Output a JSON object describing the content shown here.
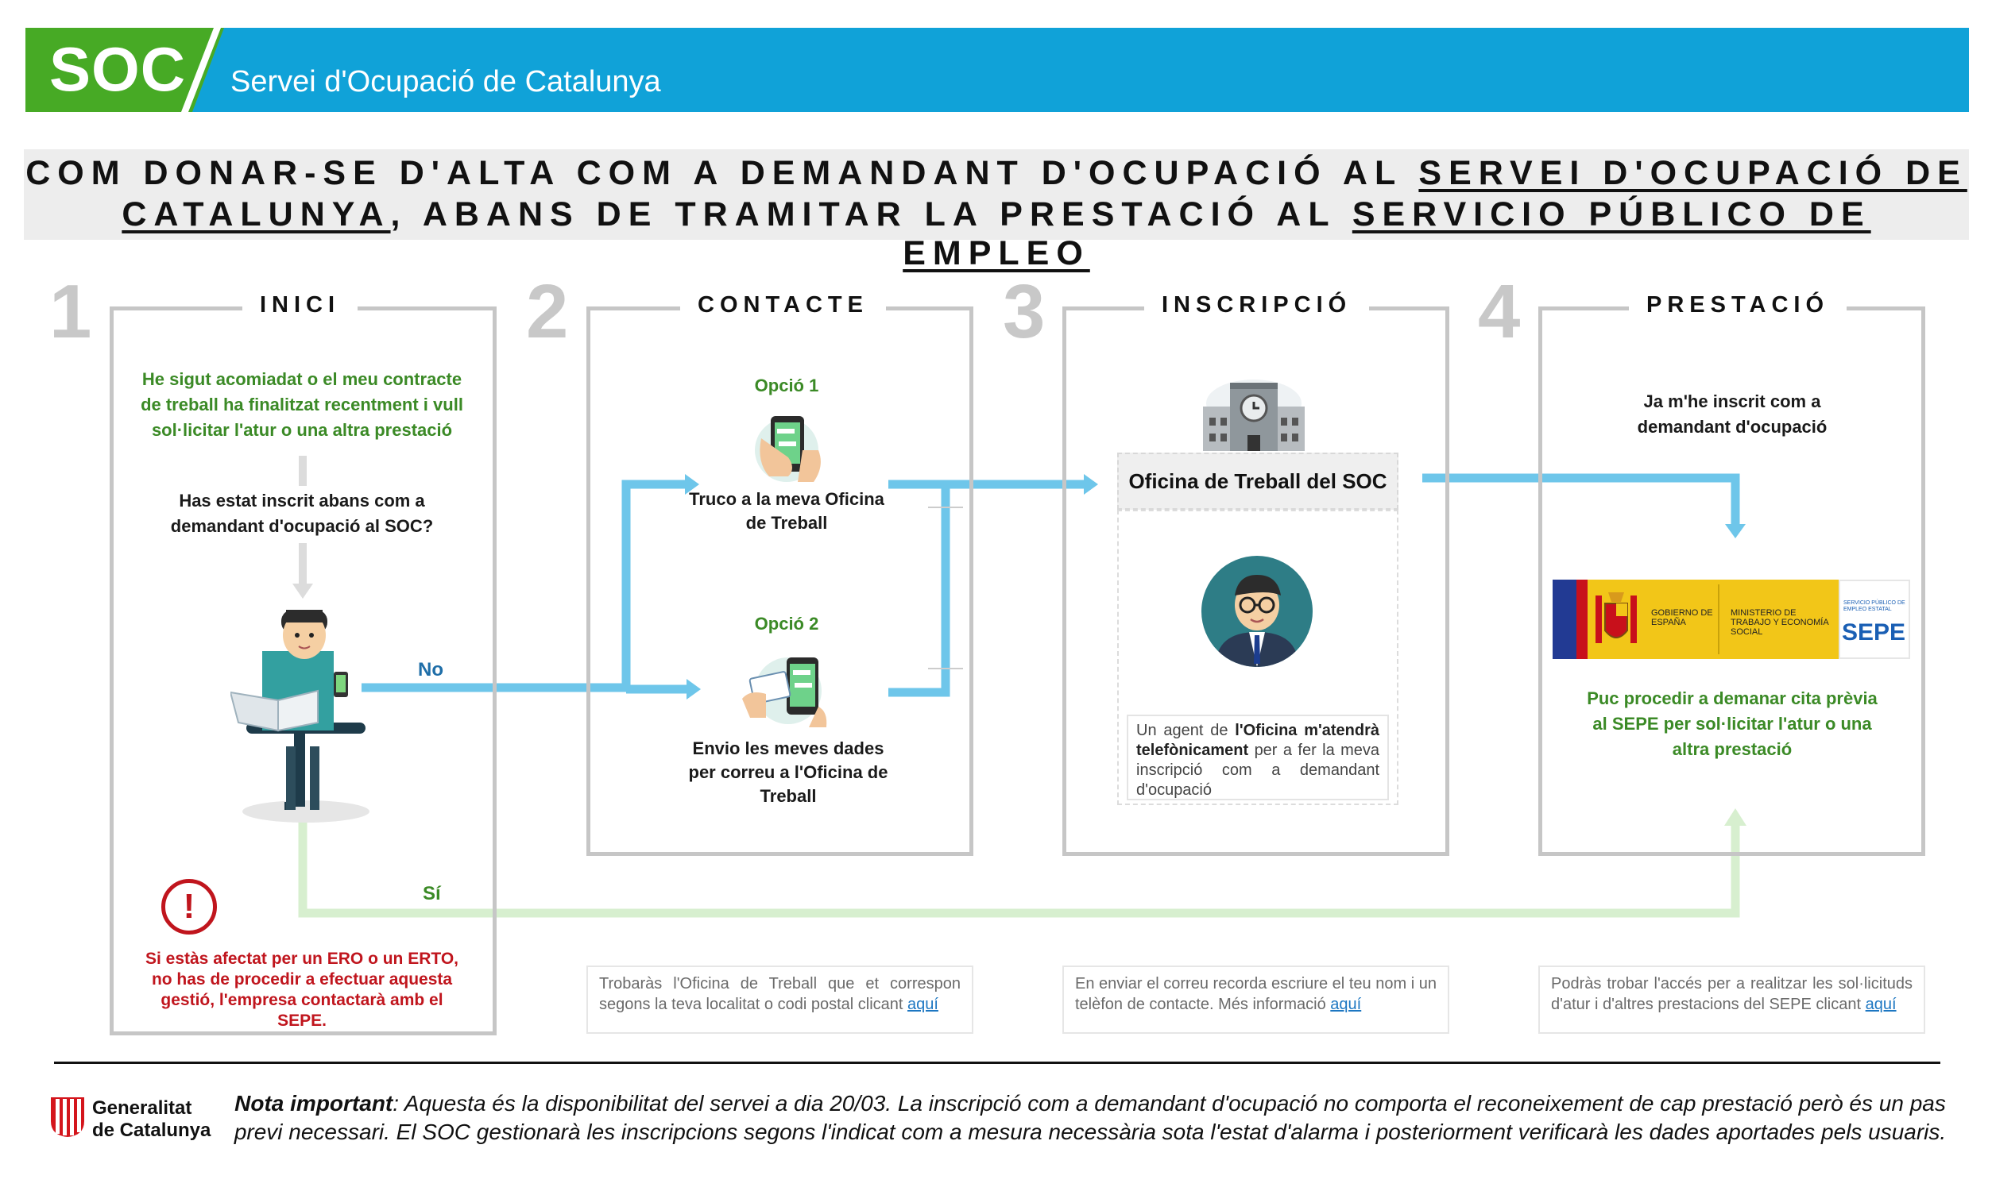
{
  "header": {
    "logo_text": "SOC",
    "org_name": "Servei d'Ocupació de Catalunya"
  },
  "title": {
    "line1_a": "COM DONAR-SE D'ALTA COM A DEMANDANT D'OCUPACIÓ AL",
    "line1_b": "SERVEI D'OCUPACIÓ DE",
    "line2_a": "CATALUNYA",
    "line2_b": ", ABANS DE TRAMITAR LA PRESTACIÓ AL",
    "line2_c": "SERVICIO PÚBLICO DE EMPLEO"
  },
  "steps": [
    {
      "number": "1",
      "title": "INICI"
    },
    {
      "number": "2",
      "title": "CONTACTE"
    },
    {
      "number": "3",
      "title": "INSCRIPCIÓ"
    },
    {
      "number": "4",
      "title": "PRESTACIÓ"
    }
  ],
  "step1": {
    "intro": "He sigut acomiadat o el meu contracte de treball ha finalitzat recentment i vull sol·licitar l'atur o una altra prestació",
    "question": "Has estat inscrit abans com a demandant d'ocupació al SOC?",
    "no_label": "No",
    "yes_label": "Sí",
    "alert_symbol": "!",
    "warning": "Si estàs afectat per un ERO o un ERTO, no has de procedir a efectuar aquesta gestió, l'empresa contactarà amb el SEPE."
  },
  "step2": {
    "option1_label": "Opció 1",
    "option1_text": "Truco a la meva Oficina de Treball",
    "option2_label": "Opció 2",
    "option2_text": "Envio les meves dades per correu a l'Oficina de Treball",
    "note": "Trobaràs l'Oficina de Treball que et correspon segons la teva localitat o codi postal clicant",
    "note_link": "aquí"
  },
  "step3": {
    "office_label": "Oficina de Treball del SOC",
    "agent_text_a": "Un agent de",
    "agent_text_b": "l'Oficina m'atendrà telefònicament",
    "agent_text_c": "per a fer la meva inscripció com a demandant d'ocupació",
    "note": "En enviar el correu recorda escriure el teu nom i un telèfon de contacte. Més informació",
    "note_link": "aquí"
  },
  "step4": {
    "registered_text": "Ja m'he inscrit com a demandant d'ocupació",
    "logo_gobierno": "GOBIERNO DE ESPAÑA",
    "logo_ministerio": "MINISTERIO DE TRABAJO Y ECONOMÍA SOCIAL",
    "logo_servicio": "SERVICIO PÚBLICO DE EMPLEO ESTATAL",
    "logo_sepe": "SEPE",
    "action_text": "Puc procedir a demanar cita prèvia al SEPE per sol·licitar l'atur o una altra prestació",
    "note": "Podràs trobar l'accés per a realitzar les sol·licituds d'atur i d'altres prestacions del SEPE clicant",
    "note_link": "aquí"
  },
  "footer": {
    "note_label": "Nota important",
    "note_text": ": Aquesta és la disponibilitat del servei a dia 20/03. La inscripció com a demandant d'ocupació no comporta el reconeixement de cap prestació però és un pas previ necessari. El SOC gestionarà les inscripcions segons l'indicat com a mesura necessària sota l'estat d'alarma i posteriorment verificarà les dades aportades pels usuaris.",
    "gen_line1": "Generalitat",
    "gen_line2": "de Catalunya"
  },
  "colors": {
    "brand_blue": "#10a2d8",
    "brand_green": "#47aa25",
    "arrow_blue": "#6ec6ea",
    "arrow_green": "#d7efcf",
    "text_green": "#3b8a26",
    "alert_red": "#c0151d"
  }
}
